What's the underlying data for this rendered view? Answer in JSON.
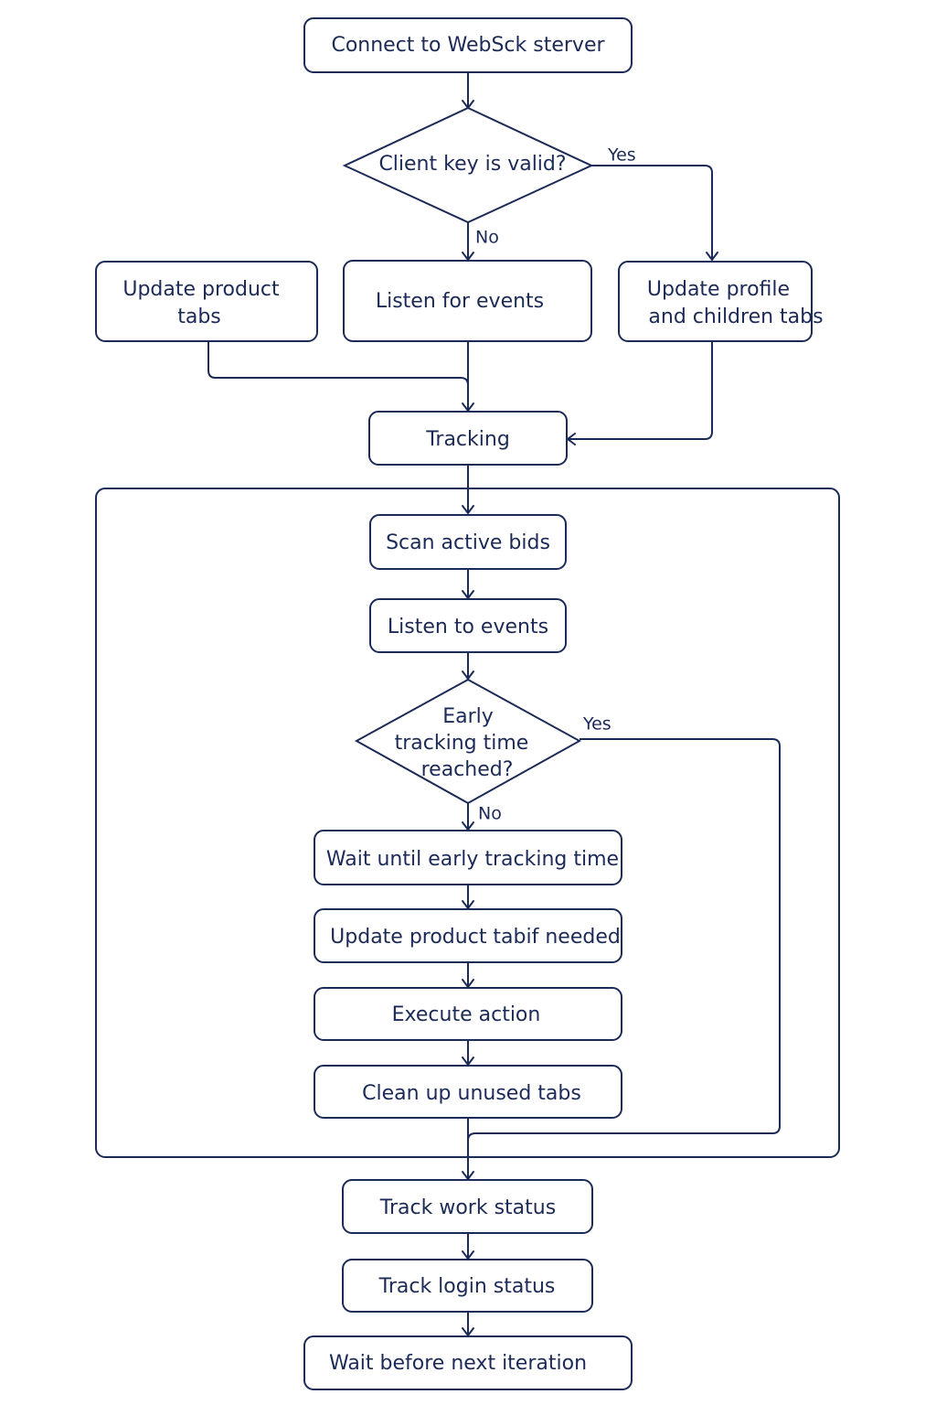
{
  "diagram": {
    "colors": {
      "stroke": "#1c2a57",
      "text": "#1c2a57",
      "background": "#ffffff"
    },
    "nodes": {
      "connect": "Connect to WebSck sterver",
      "client_key": "Client key is valid?",
      "update_product_tabs": [
        "Update product",
        "tabs"
      ],
      "listen_for_events": "Listen for events",
      "update_profile": [
        "Update profile",
        "and children tabs"
      ],
      "tracking": "Tracking",
      "scan_active_bids": "Scan active bids",
      "listen_to_events": "Listen to events",
      "early_tracking": [
        "Early",
        "tracking time",
        "reached?"
      ],
      "wait_until": "Wait until early tracking time",
      "update_product_tab_if": "Update product tabif needed",
      "execute_action": "Execute action",
      "clean_up": "Clean up unused tabs",
      "track_work": "Track work status",
      "track_login": "Track login status",
      "wait_next": "Wait before next iteration"
    },
    "edge_labels": {
      "client_key_yes": "Yes",
      "client_key_no": "No",
      "early_yes": "Yes",
      "early_no": "No"
    }
  }
}
